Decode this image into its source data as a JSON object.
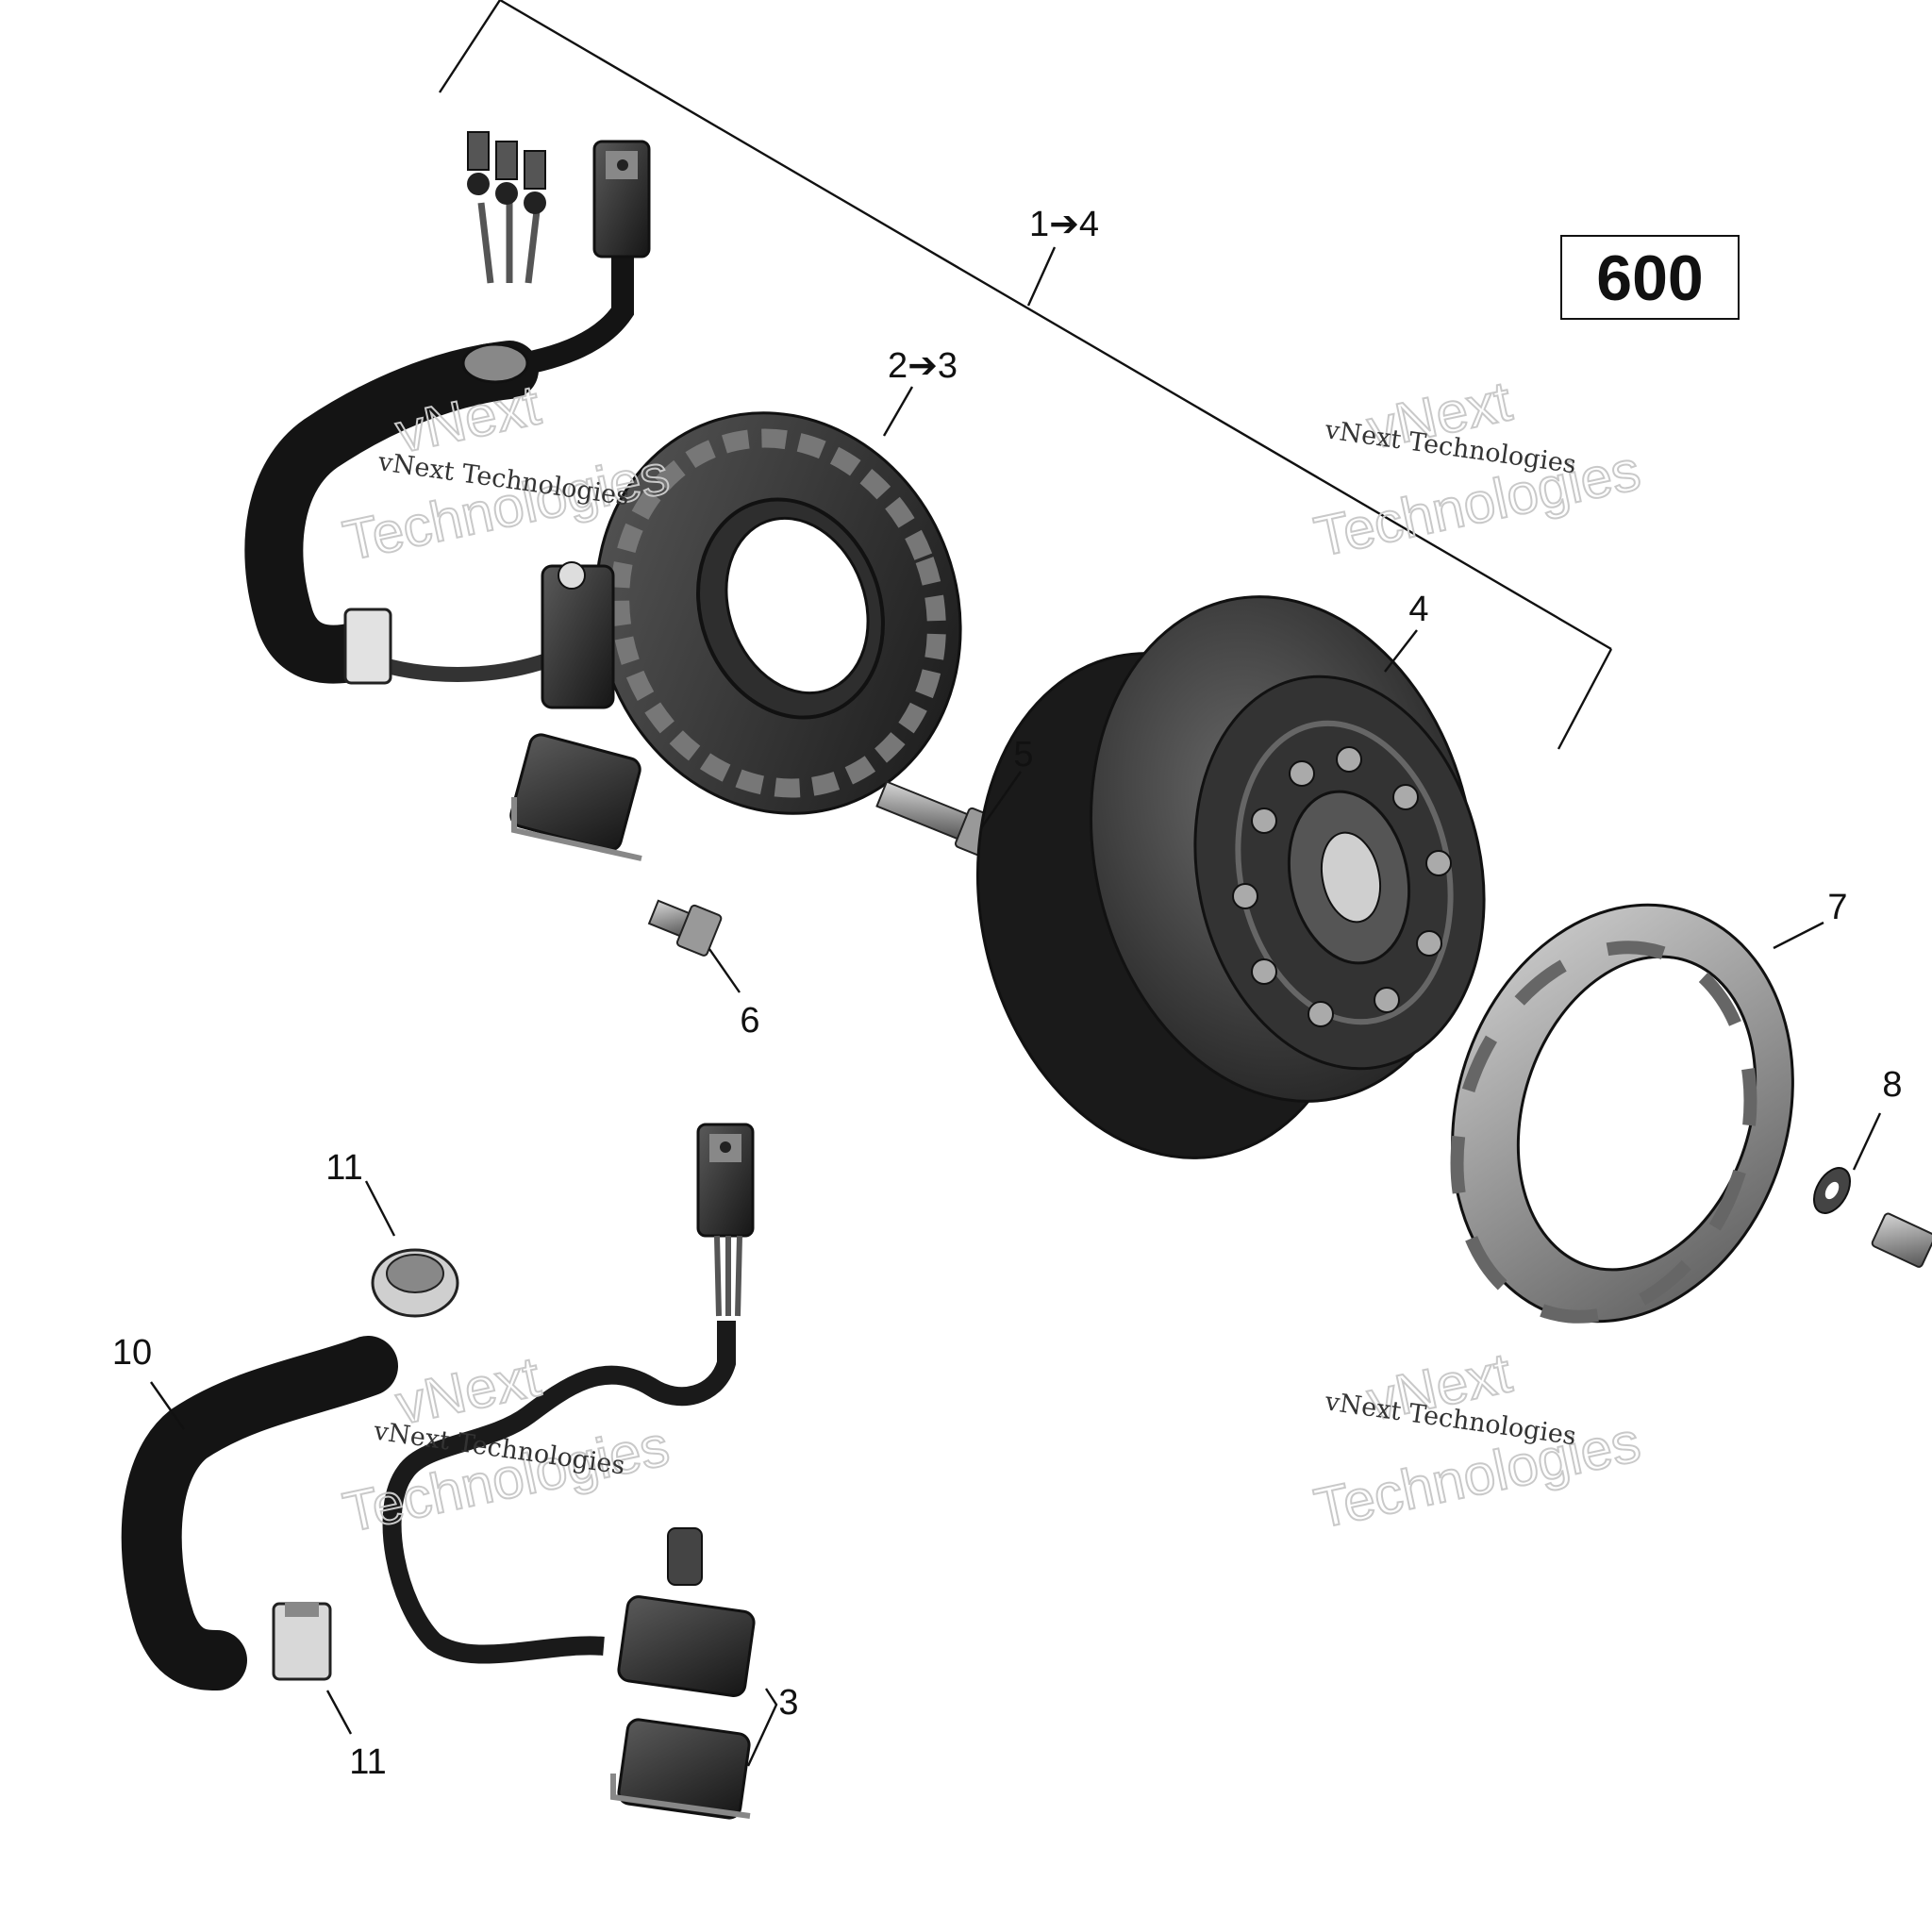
{
  "model_code": "600",
  "callouts": {
    "c1_4": "1➔4",
    "c2_3": "2➔3",
    "c3": "3",
    "c4": "4",
    "c5": "5",
    "c6": "6",
    "c7": "7",
    "c8": "8",
    "c10": "10",
    "c11_top": "11",
    "c11_bottom": "11"
  },
  "watermarks": {
    "line1": "vNext",
    "line2": "vNext Technologies",
    "line3": "Technologies"
  },
  "icons": [
    "stator-harness",
    "stator-coil",
    "flywheel-rotor",
    "screw",
    "trigger-wheel",
    "washer",
    "harness-sleeve",
    "grommet",
    "pickup-sensor"
  ]
}
